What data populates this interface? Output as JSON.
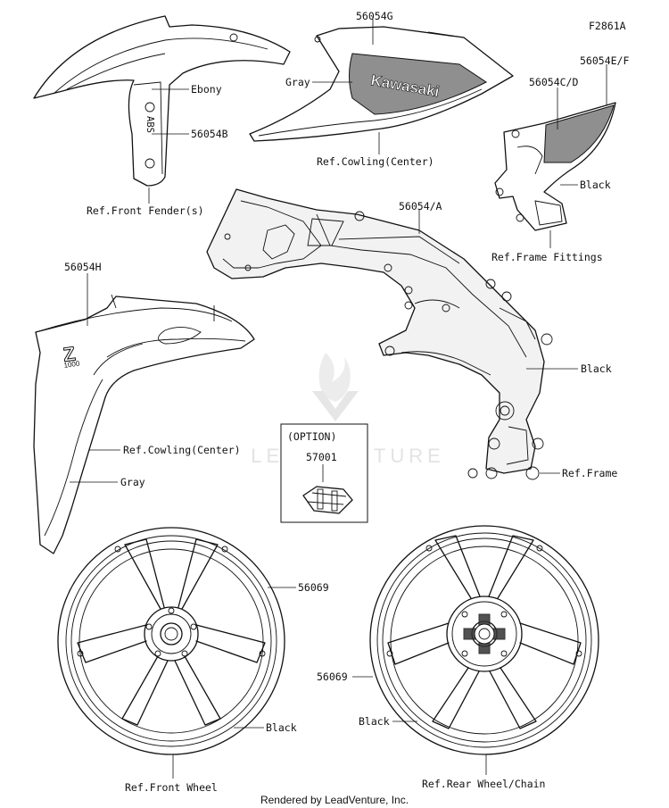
{
  "figure_id": "F2861A",
  "watermark": "LEADVENTURE",
  "footer": "Rendered by LeadVenture, Inc.",
  "labels": {
    "ebony": "Ebony",
    "p56054B": "56054B",
    "ref_front_fender": "Ref.Front Fender(s)",
    "p56054G": "56054G",
    "gray_top": "Gray",
    "ref_cowling_center_top": "Ref.Cowling(Center)",
    "p56054EF": "56054E/F",
    "p56054CD": "56054C/D",
    "black_fittings": "Black",
    "ref_frame_fittings": "Ref.Frame Fittings",
    "p56054A": "56054/A",
    "p56054H": "56054H",
    "black_frame": "Black",
    "option": "(OPTION)",
    "p57001": "57001",
    "ref_frame": "Ref.Frame",
    "ref_cowling_center_left": "Ref.Cowling(Center)",
    "gray_left": "Gray",
    "p56069_front": "56069",
    "p56069_rear": "56069",
    "black_front_wheel": "Black",
    "black_rear_wheel": "Black",
    "ref_front_wheel": "Ref.Front Wheel",
    "ref_rear_wheel": "Ref.Rear Wheel/Chain"
  },
  "decal_text": {
    "kawasaki": "Kawasaki",
    "abs": "ABS",
    "z": "Z",
    "z_sub": "1000"
  }
}
